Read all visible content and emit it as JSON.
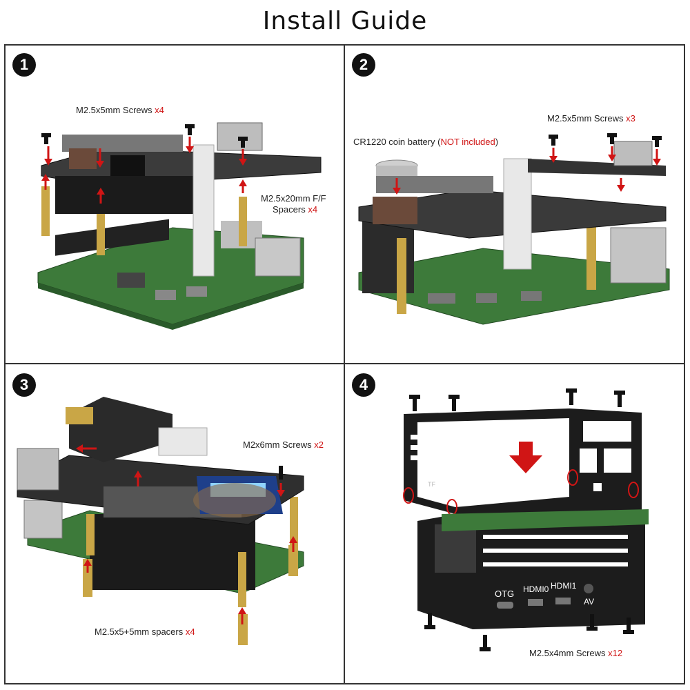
{
  "page_title": "Install Guide",
  "colors": {
    "accent_red": "#d01515",
    "pcb_green": "#3d7a3a",
    "board_dark": "#2b2b2b",
    "brass": "#c9a646",
    "case_black": "#1c1c1c"
  },
  "panels": [
    {
      "step": "1",
      "labels": [
        {
          "text": "M2.5x5mm Screws ",
          "qty": "x4"
        },
        {
          "text": "M2.5x20mm F/F",
          "qty": ""
        },
        {
          "text": "Spacers ",
          "qty": "x4"
        }
      ]
    },
    {
      "step": "2",
      "labels": [
        {
          "text": "M2.5x5mm Screws ",
          "qty": "x3"
        },
        {
          "text": "CR1220 coin battery (",
          "red": "NOT included",
          "tail": ")"
        }
      ]
    },
    {
      "step": "3",
      "labels": [
        {
          "text": "M2x6mm Screws ",
          "qty": "x2"
        },
        {
          "text": "M2.5x5+5mm spacers ",
          "qty": "x4"
        }
      ]
    },
    {
      "step": "4",
      "labels": [
        {
          "text": "M2.5x4mm Screws ",
          "qty": "x12"
        }
      ],
      "port_labels": [
        "OTG",
        "HDMI0",
        "HDMI1",
        "AV"
      ],
      "case_marking": "TF"
    }
  ]
}
